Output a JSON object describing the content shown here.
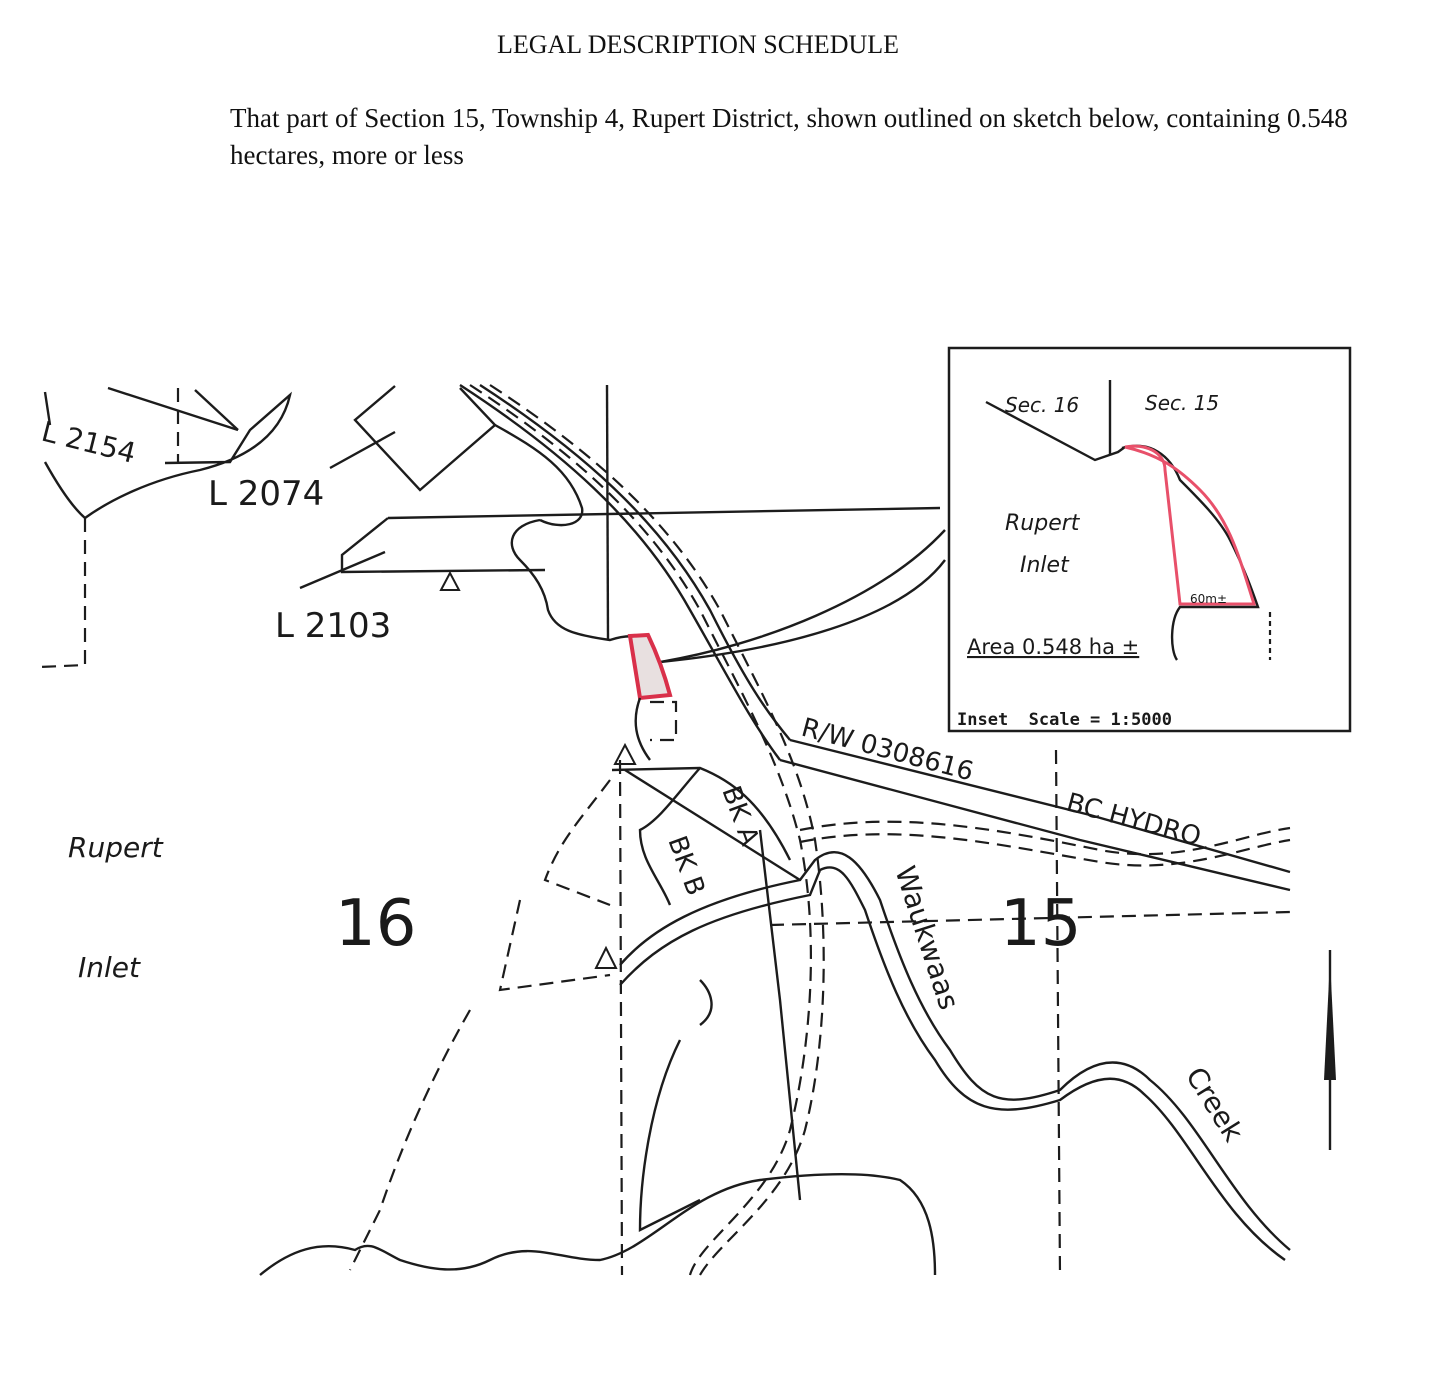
{
  "document": {
    "title": "LEGAL DESCRIPTION SCHEDULE",
    "description": "That part of Section 15, Township 4, Rupert District, shown outlined on sketch below, containing 0.548 hectares, more or less"
  },
  "map": {
    "lots": [
      "L 2154",
      "L 2074",
      "L 2103"
    ],
    "inlet_label": [
      "Rupert",
      "Inlet"
    ],
    "section_west": "16",
    "section_east": "15",
    "right_of_way": "R/W 0308616",
    "utility": "BC HYDRO",
    "blocks": [
      "BK A",
      "BK B"
    ],
    "creek": [
      "Waukwaas",
      "Creek"
    ],
    "parcel_color": "#d9304a"
  },
  "inset": {
    "sec_west": "Sec. 16",
    "sec_east": "Sec. 15",
    "inlet_label": [
      "Rupert",
      "Inlet"
    ],
    "dimension": "60m±",
    "area": "Area 0.548 ha ±",
    "scale": "Inset  Scale = 1:5000"
  }
}
